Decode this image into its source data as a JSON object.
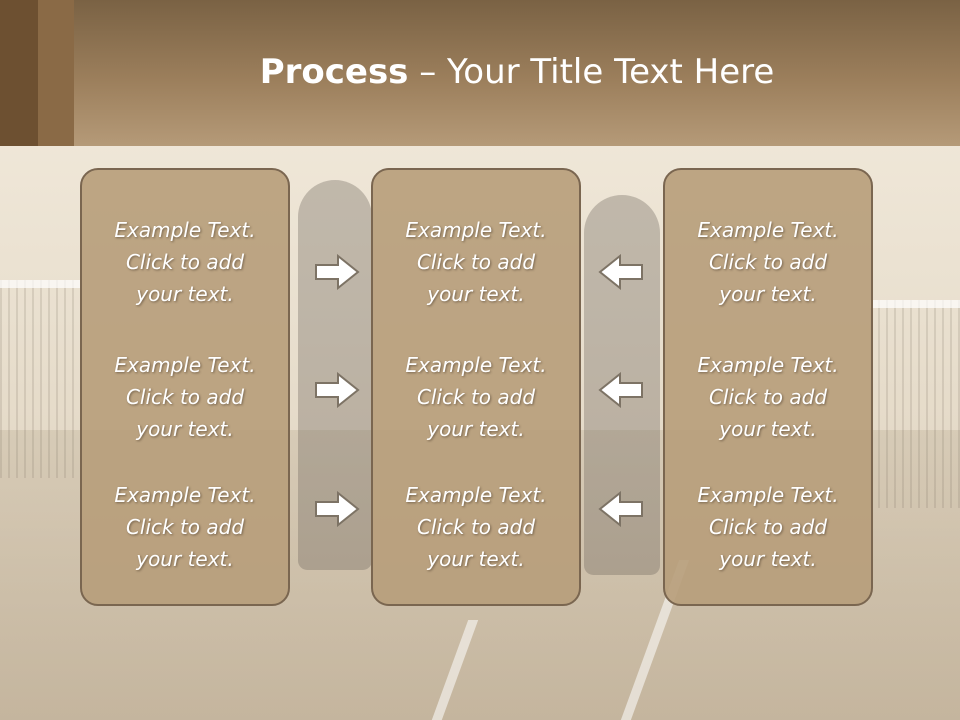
{
  "slide": {
    "title_bold": "Process",
    "title_rest": " – Your Title Text Here"
  },
  "columns": [
    {
      "items": [
        "Example Text.\nClick  to add\nyour text.",
        "Example Text.\nClick  to add\nyour text.",
        "Example Text.\nClick  to add\nyour text."
      ]
    },
    {
      "items": [
        "Example Text.\nClick  to add\nyour text.",
        "Example Text.\nClick  to add\nyour text.",
        "Example Text.\nClick  to add\nyour text."
      ]
    },
    {
      "items": [
        "Example Text.\nClick  to add\nyour text.",
        "Example Text.\nClick  to add\nyour text.",
        "Example Text.\nClick  to add\nyour text."
      ]
    }
  ],
  "arrows": {
    "left_group": "right-arrow-icon",
    "right_group": "left-arrow-icon"
  },
  "colors": {
    "header_dark": "#7a6244",
    "column_fill": "#b79d7a",
    "column_border": "#7a6650",
    "text": "#ffffff"
  }
}
